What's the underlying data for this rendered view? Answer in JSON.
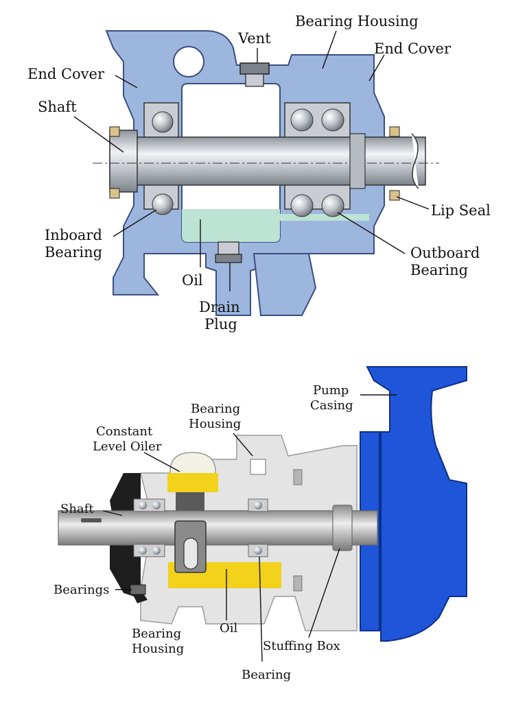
{
  "diagram_top": {
    "labels": {
      "vent": "Vent",
      "bearing_housing": "Bearing Housing",
      "end_cover_left": "End Cover",
      "end_cover_right": "End Cover",
      "shaft": "Shaft",
      "lip_seal": "Lip Seal",
      "inboard_bearing_1": "Inboard",
      "inboard_bearing_2": "Bearing",
      "outboard_bearing_1": "Outboard",
      "outboard_bearing_2": "Bearing",
      "oil": "Oil",
      "drain_plug_1": "Drain",
      "drain_plug_2": "Plug"
    },
    "colors": {
      "housing": "#9DB6DE",
      "housing_stroke": "#3A4F80",
      "cavity": "#FFFFFF",
      "oil": "#BCE3D4",
      "steel": "#C9CDD3"
    }
  },
  "diagram_bottom": {
    "labels": {
      "pump_casing_1": "Pump",
      "pump_casing_2": "Casing",
      "bearing_housing_top_1": "Bearing",
      "bearing_housing_top_2": "Housing",
      "constant_level_oiler_1": "Constant",
      "constant_level_oiler_2": "Level Oiler",
      "shaft": "Shaft",
      "bearings": "Bearings",
      "bearing_housing_bot_1": "Bearing",
      "bearing_housing_bot_2": "Housing",
      "oil": "Oil",
      "stuffing_box": "Stuffing Box",
      "bearing": "Bearing"
    },
    "colors": {
      "casing": "#1E55D9",
      "housing": "#E4E4E4",
      "housing_stroke": "#9A9A9A",
      "oil": "#F2D21B",
      "black_part": "#1E1E1E"
    }
  }
}
